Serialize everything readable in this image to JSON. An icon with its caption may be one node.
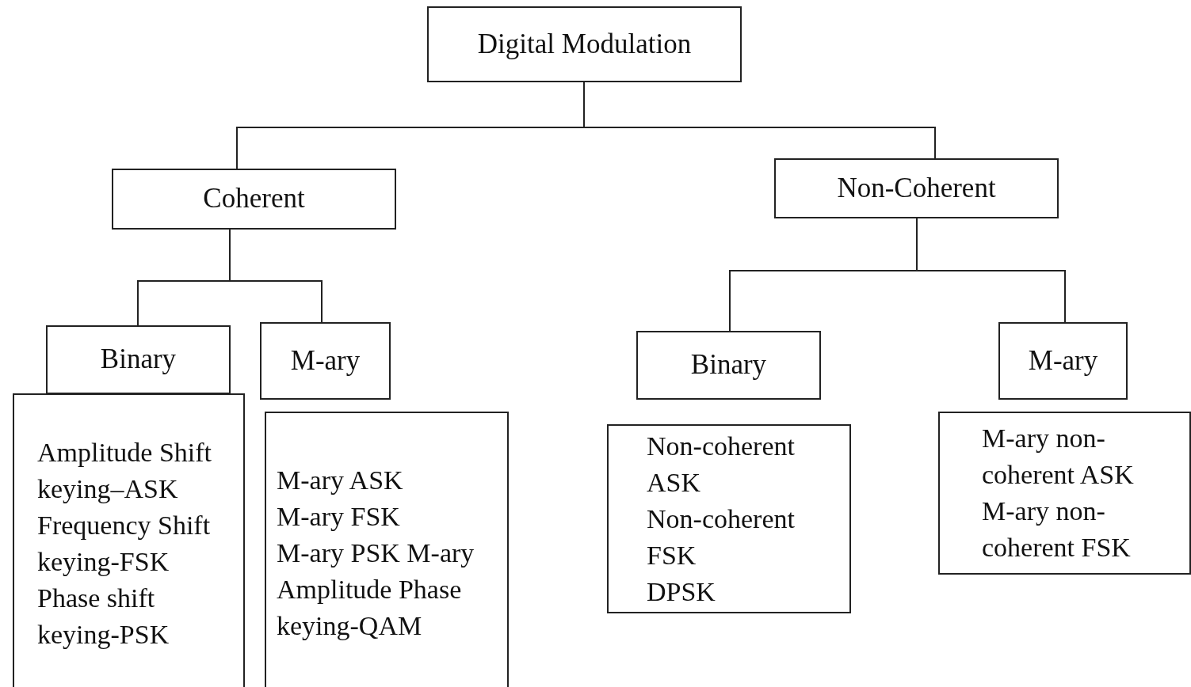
{
  "diagram": {
    "nodes": [
      {
        "text": [
          "Digital Modulation"
        ]
      },
      {
        "text": [
          "Coherent"
        ]
      },
      {
        "text": [
          "Non-Coherent"
        ]
      },
      {
        "text": [
          "Binary"
        ]
      },
      {
        "text": [
          "M-ary"
        ]
      },
      {
        "text": [
          "Binary"
        ]
      },
      {
        "text": [
          "M-ary"
        ]
      },
      {
        "text": [
          "Amplitude Shift keying–ASK",
          "Frequency Shift keying-FSK",
          "Phase shift keying-PSK"
        ]
      },
      {
        "text": [
          "M-ary ASK",
          "M-ary FSK",
          "M-ary PSK M-ary Amplitude Phase keying-QAM"
        ]
      },
      {
        "text": [
          "Non-coherent ASK",
          "Non-coherent FSK",
          "DPSK"
        ]
      },
      {
        "text": [
          "M-ary non-coherent ASK",
          "M-ary non-coherent FSK"
        ]
      }
    ],
    "edges": [
      {
        "from": 0,
        "to": 1,
        "arrow": "none"
      },
      {
        "from": 0,
        "to": 2,
        "arrow": "none"
      },
      {
        "from": 1,
        "to": 3,
        "arrow": "none"
      },
      {
        "from": 1,
        "to": 4,
        "arrow": "none"
      },
      {
        "from": 2,
        "to": 5,
        "arrow": "none"
      },
      {
        "from": 2,
        "to": 6,
        "arrow": "none"
      }
    ]
  }
}
